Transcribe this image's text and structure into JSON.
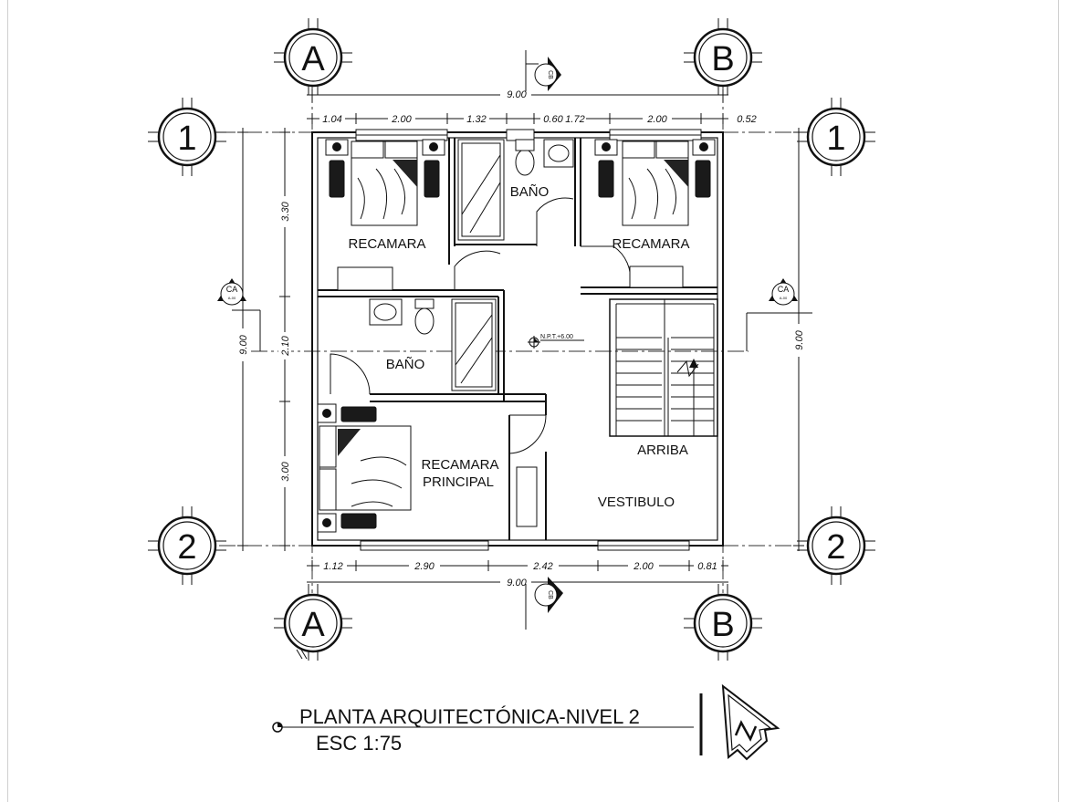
{
  "title": {
    "main": "PLANTA ARQUITECTÓNICA-NIVEL 2",
    "scale": "ESC 1:75"
  },
  "axes": {
    "col_a": "A",
    "col_b": "B",
    "row_1": "1",
    "row_2": "2"
  },
  "rooms": {
    "bedroom_left": "RECAMARA",
    "bath_top": "BAÑO",
    "bedroom_right": "RECAMARA",
    "bath_mid": "BAÑO",
    "master_line1": "RECAMARA",
    "master_line2": "PRINCIPAL",
    "vestibule": "VESTIBULO",
    "stairs": "ARRIBA"
  },
  "level_mark": "N.P.T.+6.00",
  "section_marks": {
    "cb": "CB",
    "ca": "CA",
    "sheet": "A-00"
  },
  "dimensions": {
    "top_total": "9.00",
    "top_segments": [
      "1.04",
      "2.00",
      "1.32",
      "0.60",
      "1.72",
      "2.00",
      "0.52"
    ],
    "bottom_total": "9.00",
    "bottom_segments": [
      "1.12",
      "2.90",
      "2.42",
      "2.00",
      "0.81"
    ],
    "left_total": "9.00",
    "left_segments": [
      "3.30",
      "2.10",
      "3.00"
    ],
    "right_total": "9.00"
  }
}
